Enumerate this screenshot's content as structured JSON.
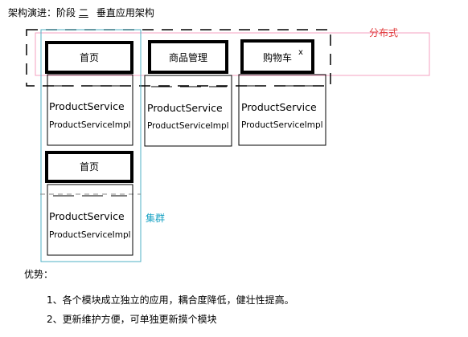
{
  "header": {
    "title_prefix": "架构演进：",
    "stage_label": "阶段",
    "stage_number": "二",
    "stage_name": "垂直应用架构"
  },
  "annotations": {
    "distributed": "分布式",
    "cluster": "集群"
  },
  "modules": [
    {
      "label": "首页",
      "service": "ProductService",
      "impl": "ProductServiceImpl"
    },
    {
      "label": "商品管理",
      "service": "ProductService",
      "impl": "ProductServiceImpl"
    },
    {
      "label": "购物车",
      "service": "ProductService",
      "impl": "ProductServiceImpl"
    },
    {
      "label": "首页",
      "service": "ProductService",
      "impl": "ProductServiceImpl"
    }
  ],
  "stray_mark": "x",
  "advantages": {
    "heading": "优势：",
    "items": [
      "1、各个模块成立独立的应用，耦合度降低，健壮性提高。",
      "2、更新维护方便，可单独更新摸个模块"
    ]
  },
  "colors": {
    "distributed_border": "#f4a0c0",
    "distributed_text": "#e03b3b",
    "cluster_border": "#4fb0c6",
    "cluster_text": "#1aa3c4"
  }
}
